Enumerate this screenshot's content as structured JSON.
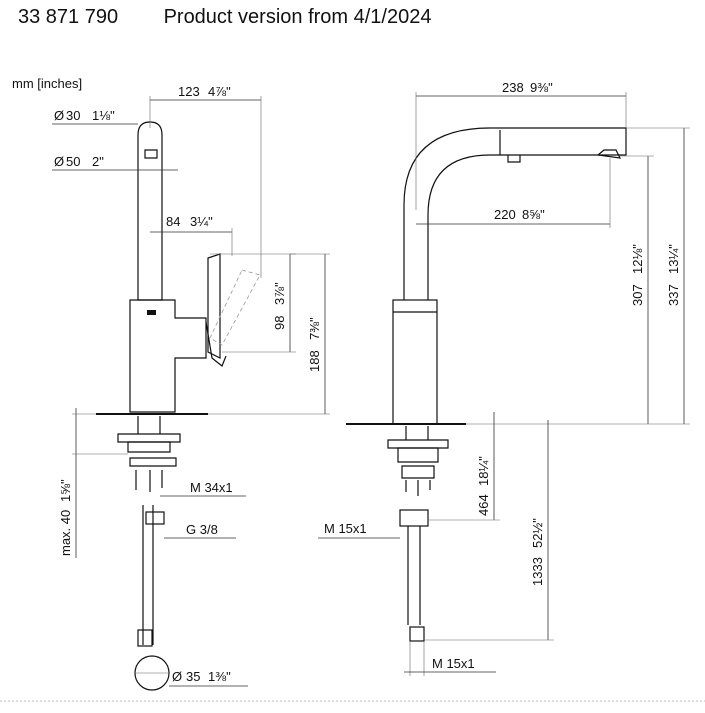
{
  "header": {
    "product_number": "33 871 790",
    "version_text": "Product version from 4/1/2024"
  },
  "units_label": "mm [inches]",
  "dimensions": {
    "d_123": {
      "mm": "123",
      "in": "4⅞\""
    },
    "d_30": {
      "mm": "30",
      "in": "1⅛\""
    },
    "d_50": {
      "mm": "50",
      "in": "2\""
    },
    "d_84": {
      "mm": "84",
      "in": "3¼\""
    },
    "d_98": {
      "mm": "98",
      "in": "3⅞\""
    },
    "d_188": {
      "mm": "188",
      "in": "7⅜\""
    },
    "d_max40": {
      "mm": "max. 40",
      "in": "1⅝\""
    },
    "d_35": {
      "mm": "35",
      "in": "1⅜\""
    },
    "d_238": {
      "mm": "238",
      "in": "9⅜\""
    },
    "d_220": {
      "mm": "220",
      "in": "8⅝\""
    },
    "d_307": {
      "mm": "307",
      "in": "12⅛\""
    },
    "d_337": {
      "mm": "337",
      "in": "13¼\""
    },
    "d_464": {
      "mm": "464",
      "in": "18¼\""
    },
    "d_1333": {
      "mm": "1333",
      "in": "52½\""
    }
  },
  "threads": {
    "m34": "M 34x1",
    "g38": "G 3/8",
    "m15_top": "M 15x1",
    "m15_bottom": "M 15x1"
  },
  "diameter_symbol": "Ø"
}
